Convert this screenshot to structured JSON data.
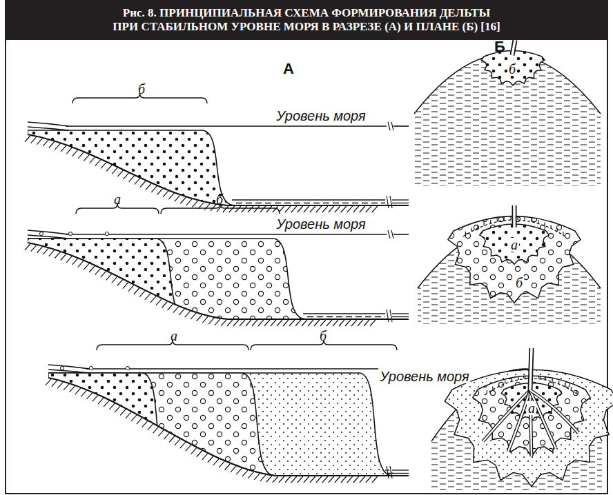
{
  "diagram": {
    "title": "Рис. 8. ПРИНЦИПИАЛЬНАЯ СХЕМА ФОРМИРОВАНИЯ ДЕЛЬТЫ ПРИ СТАБИЛЬНОМ УРОВНЕ МОРЯ В РАЗРЕЗЕ (А) И ПЛАНЕ (Б) [16]",
    "labels": [
      "А",
      "Б",
      "б",
      "Уровень моря",
      "б",
      "а",
      "б",
      "Уровень моря",
      "а",
      "б",
      "а",
      "б",
      "Уровень моря",
      "а"
    ]
  }
}
